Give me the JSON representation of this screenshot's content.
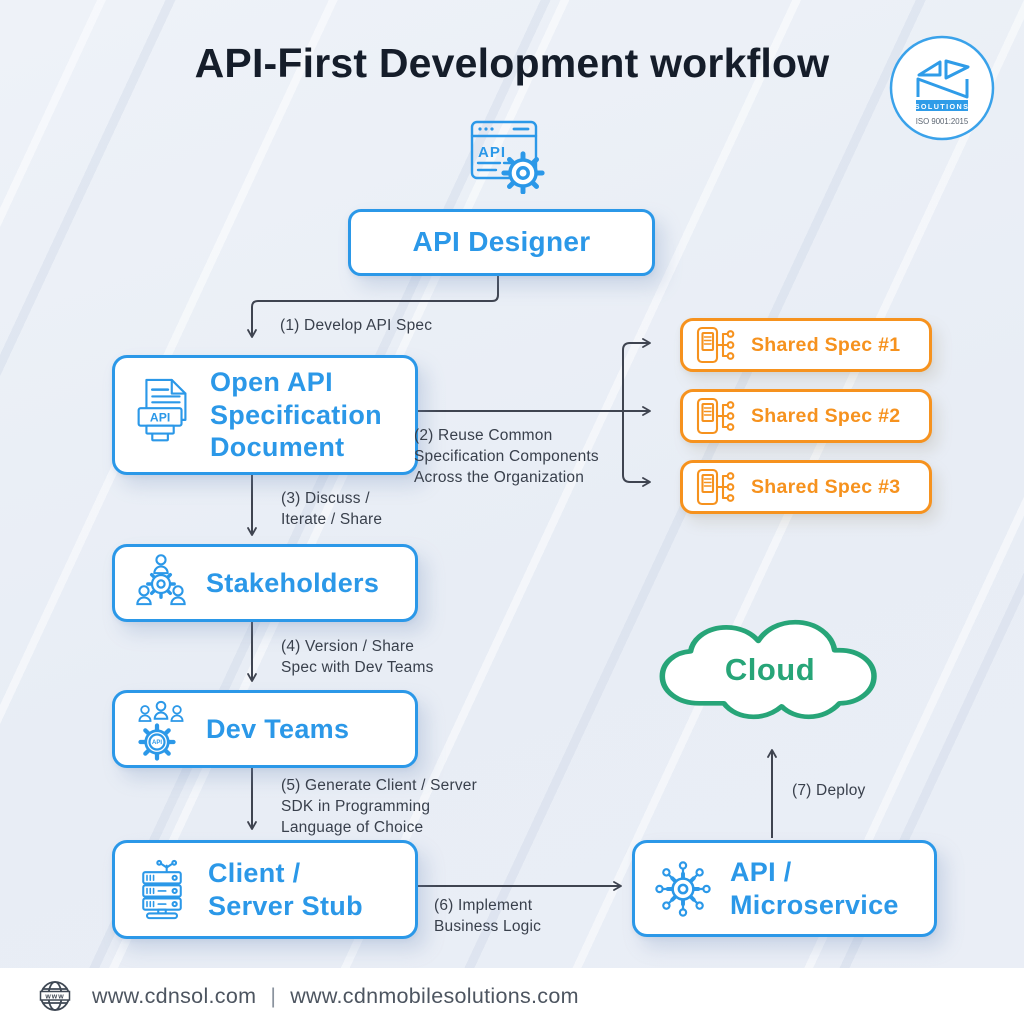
{
  "title": "API-First Development workflow",
  "logo": {
    "org": "SOLUTIONS",
    "cert": "ISO 9001:2015"
  },
  "colors": {
    "blue": "#2b98e8",
    "orange": "#f6921e",
    "green": "#27a578",
    "arrow": "#3f4450",
    "title": "#151d2a",
    "label": "#39404c",
    "background": "#e9eef6"
  },
  "icon_text": {
    "api": "API",
    "www": "www"
  },
  "nodes": {
    "api_designer": "API Designer",
    "open_api": "Open API\nSpecification\nDocument",
    "stakeholders": "Stakeholders",
    "dev_teams": "Dev Teams",
    "client_server": "Client /\nServer Stub",
    "api_microservice": "API /\nMicroservice",
    "shared_spec_1": "Shared Spec #1",
    "shared_spec_2": "Shared Spec #2",
    "shared_spec_3": "Shared Spec #3",
    "cloud": "Cloud"
  },
  "steps": {
    "s1": "(1) Develop API Spec",
    "s2": "(2) Reuse Common\nSpecification Components\nAcross the Organization",
    "s3": "(3) Discuss /\nIterate / Share",
    "s4": "(4) Version / Share\nSpec with Dev Teams",
    "s5": "(5) Generate Client / Server\nSDK in Programming\nLanguage of Choice",
    "s6": "(6) Implement\nBusiness Logic",
    "s7": "(7) Deploy"
  },
  "footer": {
    "site1": "www.cdnsol.com",
    "separator": "|",
    "site2": "www.cdnmobilesolutions.com"
  }
}
